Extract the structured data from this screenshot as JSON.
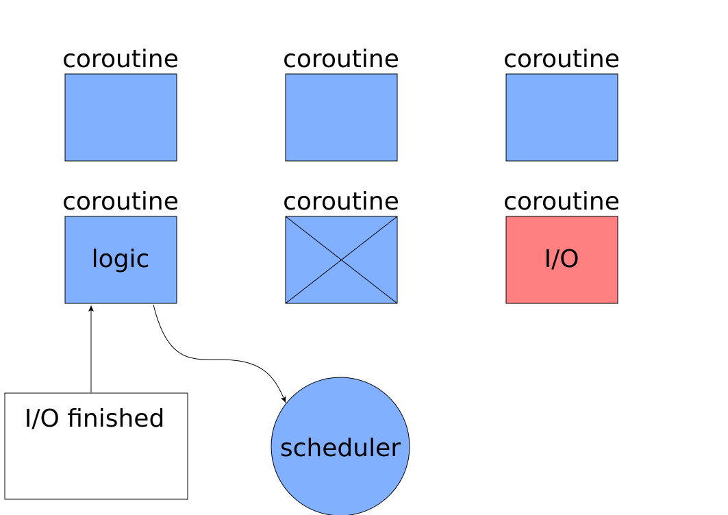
{
  "colors": {
    "coroutine_fill": "#80b0ff",
    "io_fill": "#ff8080",
    "scheduler_fill": "#80b0ff",
    "finished_fill": "#ffffff",
    "stroke": "#000000"
  },
  "coroutines": [
    {
      "label": "coroutine",
      "content": "",
      "state": "idle"
    },
    {
      "label": "coroutine",
      "content": "",
      "state": "idle"
    },
    {
      "label": "coroutine",
      "content": "",
      "state": "idle"
    },
    {
      "label": "coroutine",
      "content": "logic",
      "state": "running"
    },
    {
      "label": "coroutine",
      "content": "",
      "state": "crossed"
    },
    {
      "label": "coroutine",
      "content": "I/O",
      "state": "io"
    }
  ],
  "io_finished": {
    "label": "I/O finished"
  },
  "scheduler": {
    "label": "scheduler"
  },
  "edges": [
    {
      "from": "io-finished-box",
      "to": "coroutine-logic",
      "style": "arrow"
    },
    {
      "from": "coroutine-logic",
      "to": "scheduler-node",
      "style": "arrow"
    }
  ]
}
